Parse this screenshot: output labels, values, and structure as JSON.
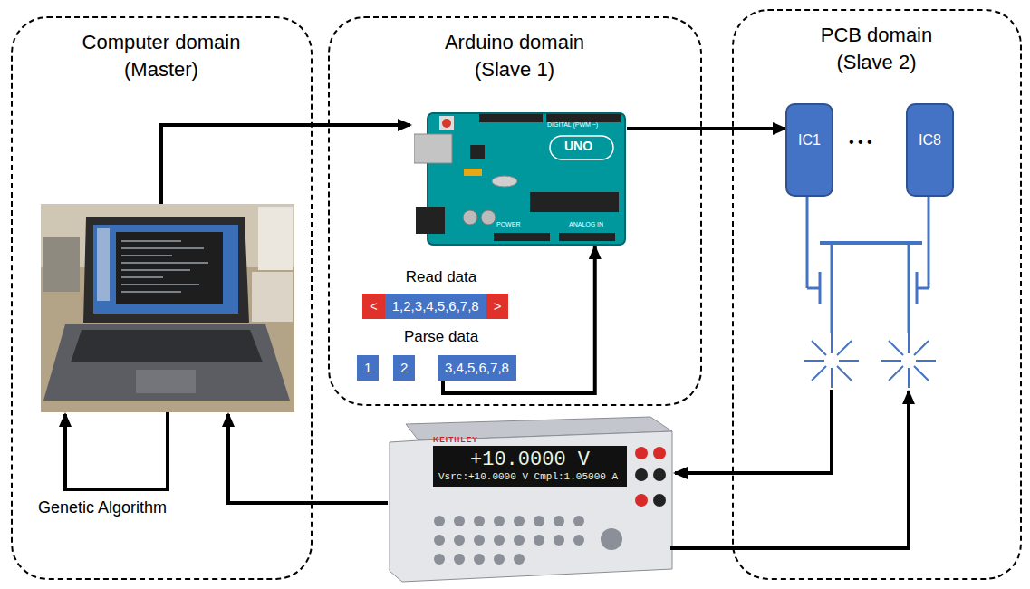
{
  "diagram": {
    "nodes": [
      {
        "text": [
          "Computer domain (Master)"
        ]
      },
      {
        "text": [
          "Arduino domain (Slave 1)"
        ]
      },
      {
        "text": [
          "PCB domain (Slave 2)"
        ]
      },
      {
        "text": [
          "UNO"
        ],
        "in": 1
      },
      {
        "text": [
          "<"
        ],
        "in": 1
      },
      {
        "text": [
          "1,2,3,4,5,6,7,8"
        ],
        "in": 1
      },
      {
        "text": [
          ">"
        ],
        "in": 1
      },
      {
        "text": [
          "1"
        ],
        "in": 1
      },
      {
        "text": [
          "2"
        ],
        "in": 1
      },
      {
        "text": [
          "3,4,5,6,7,8"
        ],
        "in": 1
      },
      {
        "text": [
          "IC1"
        ],
        "in": 2
      },
      {
        "text": [
          "IC8"
        ],
        "in": 2
      },
      {
        "text": [
          "KEITHLEY",
          "+10.0000 V",
          "Vsrc:+10.0000 V Cmpl:1.05000 A"
        ]
      }
    ],
    "edges": [
      {
        "from": 3,
        "to": 10,
        "arrow": "to"
      },
      {
        "from": 9,
        "to": 3,
        "arrow": "to"
      }
    ],
    "labels": [
      "Read data",
      "Parse data",
      "Genetic Algorithm",
      "• • •",
      "DIGITAL (PWM ~)",
      "POWER",
      "ANALOG IN"
    ]
  }
}
